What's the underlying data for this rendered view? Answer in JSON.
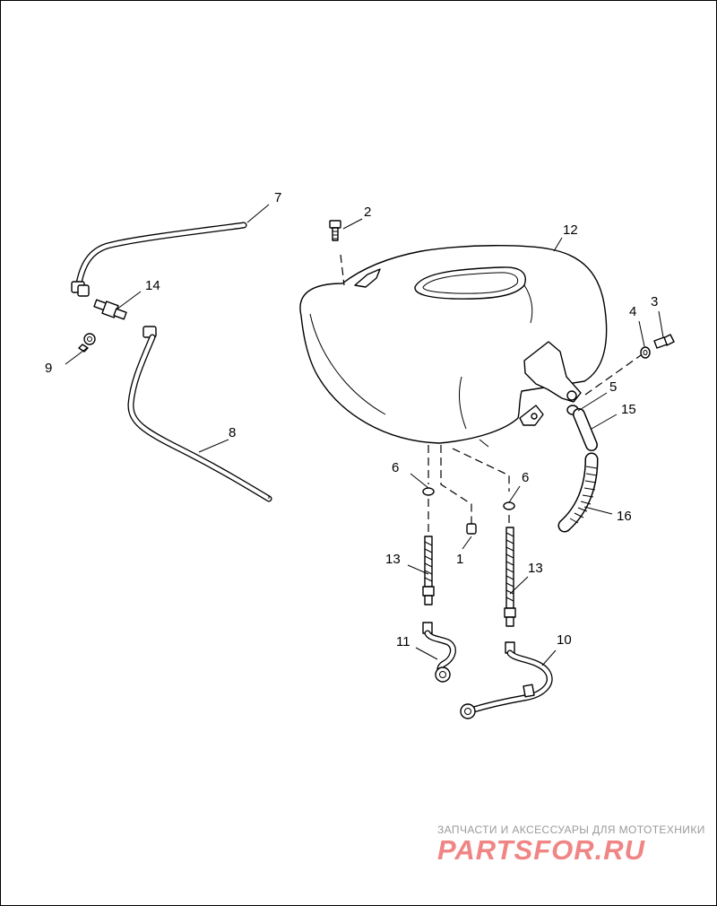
{
  "callouts": {
    "c1": "1",
    "c2": "2",
    "c3": "3",
    "c4": "4",
    "c5": "5",
    "c6a": "6",
    "c6b": "6",
    "c7": "7",
    "c8": "8",
    "c9": "9",
    "c10": "10",
    "c11": "11",
    "c12": "12",
    "c13a": "13",
    "c13b": "13",
    "c14": "14",
    "c15": "15",
    "c16": "16"
  },
  "watermark": {
    "tagline": "ЗАПЧАСТИ И АКСЕССУАРЫ ДЛЯ МОТОТЕХНИКИ",
    "brand": "PARTSFOR.RU",
    "accent_color": "#f08585",
    "tagline_color": "#9a9a9a"
  }
}
